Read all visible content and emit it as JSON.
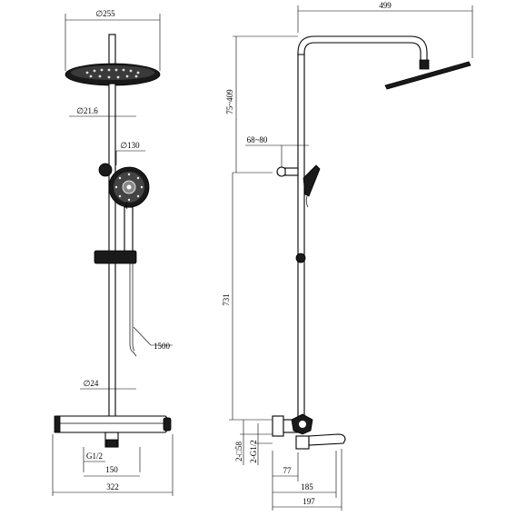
{
  "front_view": {
    "head_diameter": "∅255",
    "arm_diameter": "∅21.6",
    "hand_shower_diameter": "∅130",
    "hose_length": "1500",
    "pipe_diameter": "∅24",
    "thread": "G1/2",
    "inlet_spacing": "150",
    "overall_width": "322"
  },
  "side_view": {
    "arm_reach": "499",
    "height_range": "75~409",
    "offset_range": "68~80",
    "riser_height": "731",
    "spout_depth_1": "77",
    "spout_depth_2": "185",
    "spout_depth_3": "197",
    "dim_58": "2-□58",
    "dim_g12": "2-G1/2"
  },
  "colors": {
    "line": "#000000",
    "body_dark": "#1a1a1a"
  }
}
